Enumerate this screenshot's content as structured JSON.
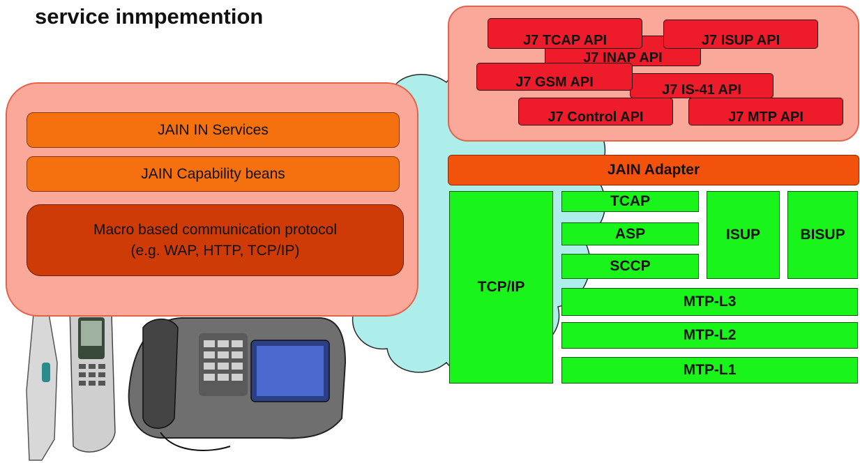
{
  "title": "service inmpemention",
  "left_panel": {
    "services": "JAIN IN Services",
    "beans": "JAIN Capability beans",
    "macro_line1": "Macro based communication protocol",
    "macro_line2": "(e.g. WAP, HTTP, TCP/IP)"
  },
  "apis": {
    "tcap": "J7 TCAP API",
    "isup": "J7 ISUP API",
    "inap": "J7 INAP API",
    "gsm": "J7 GSM API",
    "is41": "J7 IS-41 API",
    "control": "J7 Control API",
    "mtp": "J7 MTP API"
  },
  "adapter": "JAIN Adapter",
  "stack": {
    "tcpip": "TCP/IP",
    "tcap": "TCAP",
    "asp": "ASP",
    "sccp": "SCCP",
    "isup": "ISUP",
    "bisup": "BISUP",
    "mtp_l3": "MTP-L3",
    "mtp_l2": "MTP-L2",
    "mtp_l1": "MTP-L1"
  },
  "colors": {
    "panel_fill": "#f9a899",
    "orange": "#f5700f",
    "macro": "#cf3b06",
    "api_red": "#ee1c2b",
    "adapter": "#f3520c",
    "green": "#19f41a",
    "cloud": "#aeeeea"
  },
  "icons": [
    "cloud-shape",
    "mobile-phone-icon",
    "desk-phone-icon"
  ]
}
